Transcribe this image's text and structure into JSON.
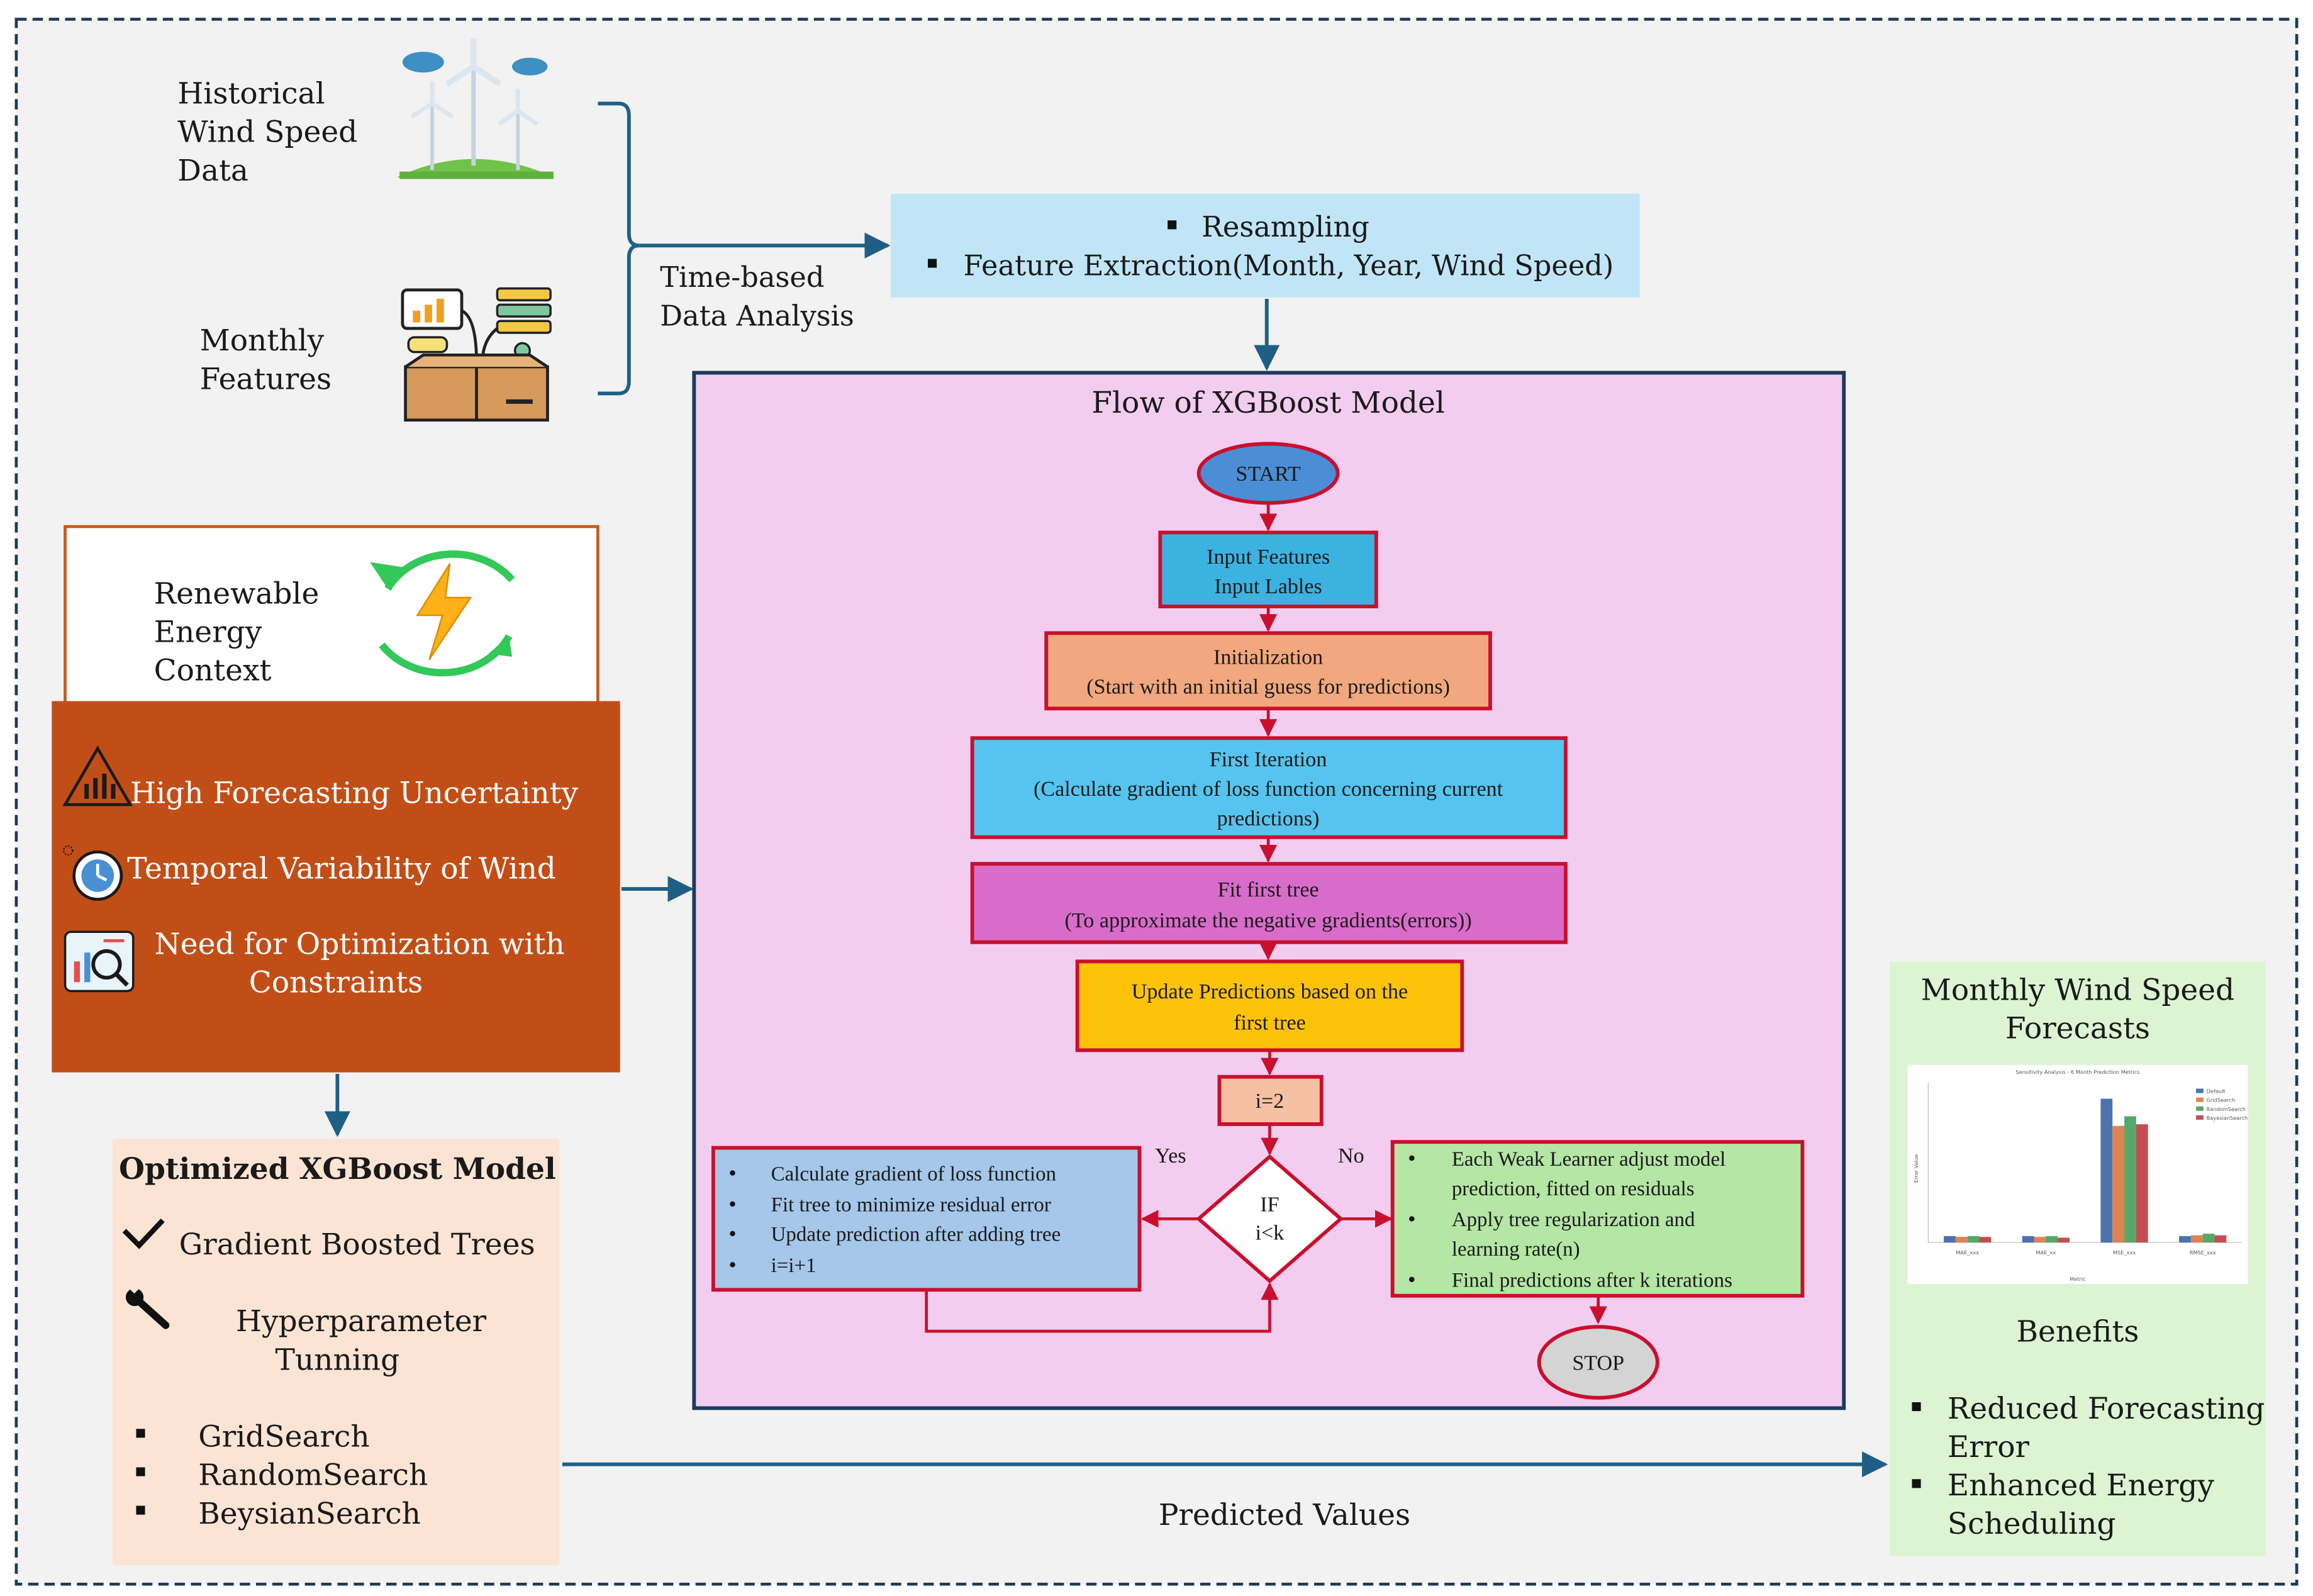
{
  "inputs": {
    "historical": [
      "Historical",
      "Wind Speed",
      "Data"
    ],
    "monthly": [
      "Monthly",
      "Features"
    ],
    "analysis": [
      "Time-based",
      "Data Analysis"
    ]
  },
  "preprocessing": [
    "Resampling",
    "Feature Extraction(Month, Year, Wind Speed)"
  ],
  "context": {
    "title": [
      "Renewable",
      "Energy",
      "Context"
    ],
    "challenges": {
      "uncertainty": "High Forecasting Uncertainty",
      "variability": "Temporal Variability of Wind",
      "optimization": [
        "Need for Optimization with",
        "Constraints"
      ]
    }
  },
  "optimized": {
    "title": "Optimized XGBoost Model",
    "trees": "Gradient Boosted Trees",
    "hyper": [
      "Hyperparameter",
      "Tunning"
    ],
    "search": [
      "GridSearch",
      "RandomSearch",
      "BeysianSearch"
    ]
  },
  "flow": {
    "title": "Flow of XGBoost Model",
    "start": "START",
    "input": [
      "Input Features",
      "Input Lables"
    ],
    "init": [
      "Initialization",
      "(Start with an initial guess for predictions)"
    ],
    "first_iter": [
      "First Iteration",
      "(Calculate gradient of loss function concerning current",
      "predictions)"
    ],
    "fit_tree": [
      "Fit first tree",
      "(To approximate the negative gradients(errors))"
    ],
    "update": [
      "Update Predictions based on the",
      "first tree"
    ],
    "counter": "i=2",
    "decision": [
      "IF",
      "i<k"
    ],
    "yes": "Yes",
    "no": "No",
    "loop": [
      "Calculate gradient of loss function",
      "Fit tree to minimize residual error",
      "Update prediction after adding tree",
      "i=i+1"
    ],
    "final": [
      "Each Weak Learner adjust model",
      "prediction, fitted on residuals",
      "Apply tree regularization and",
      "learning rate(n)",
      "Final predictions after k iterations"
    ],
    "stop": "STOP"
  },
  "output": {
    "predicted": "Predicted Values",
    "title": [
      "Monthly Wind Speed",
      "Forecasts"
    ],
    "benefits_title": "Benefits",
    "benefits": [
      [
        "Reduced Forecasting",
        "Error"
      ],
      [
        "Enhanced Energy",
        "Scheduling"
      ]
    ]
  },
  "chart_data": {
    "type": "bar",
    "title": "Sensitivity Analysis - 6 Month Prediction Metrics",
    "xlabel": "Metric",
    "ylabel": "Error Value",
    "categories": [
      "MAE_xxx",
      "MAE_xx",
      "MSE_xxx",
      "RMSE_xxx"
    ],
    "ylim": [
      0,
      10
    ],
    "series": [
      {
        "name": "Default",
        "values": [
          0.4,
          0.4,
          9.0,
          0.4
        ],
        "color": "#4c72b0"
      },
      {
        "name": "GridSearch",
        "values": [
          0.35,
          0.35,
          7.3,
          0.45
        ],
        "color": "#dd8452"
      },
      {
        "name": "RandomSearch",
        "values": [
          0.4,
          0.4,
          7.9,
          0.55
        ],
        "color": "#55a868"
      },
      {
        "name": "BayesianSearch",
        "values": [
          0.35,
          0.3,
          7.4,
          0.45
        ],
        "color": "#c44e52"
      }
    ],
    "legend": "top-right"
  },
  "colors": {
    "background": "#f2f2f2",
    "flow_panel": "#f2cdef",
    "preproc": "#c0e5f7",
    "context_box": "#c24e17",
    "optimized_panel": "#fce4d4",
    "output_panel": "#dcf4d2",
    "box_border": "#c8102e",
    "arrow": "#1f5f86"
  }
}
